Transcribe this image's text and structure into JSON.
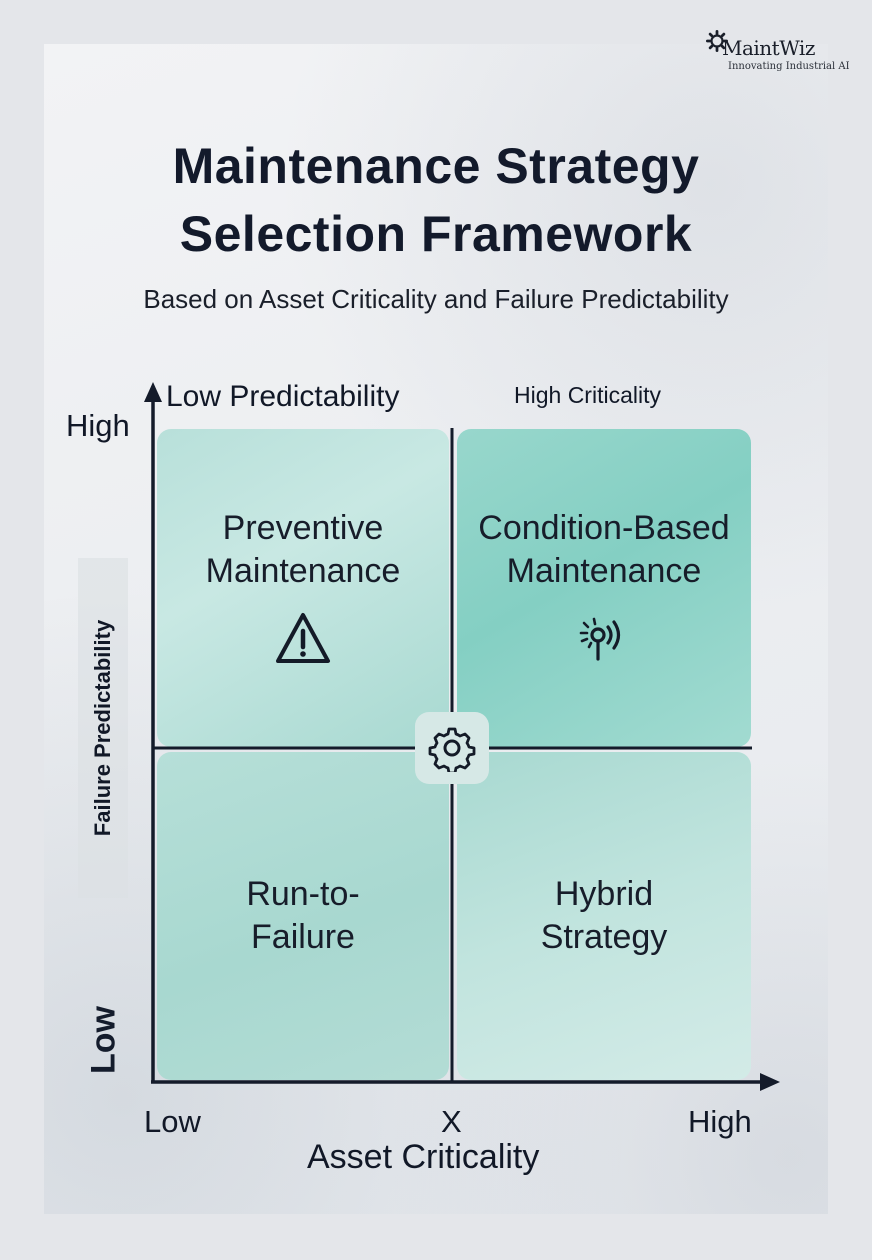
{
  "brand": {
    "name": "MaintWiz",
    "tagline": "Innovating Industrial AI"
  },
  "title_line1": "Maintenance Strategy",
  "title_line2": "Selection Framework",
  "subtitle": "Based on Asset Criticality and Failure Predictability",
  "top_labels": {
    "left": "Low Predictability",
    "right": "High Criticality"
  },
  "y_axis": {
    "title": "Failure Predictability",
    "high": "High",
    "low": "Low"
  },
  "x_axis": {
    "title": "Asset Criticality",
    "low": "Low",
    "mid": "X",
    "high": "High"
  },
  "quadrants": {
    "top_left": {
      "line1": "Preventive",
      "line2": "Maintenance",
      "icon": "warning-triangle-icon"
    },
    "top_right": {
      "line1": "Condition-Based",
      "line2": "Maintenance",
      "icon": "sensor-signal-icon"
    },
    "bottom_left": {
      "line1": "Run-to-",
      "line2": "Failure"
    },
    "bottom_right": {
      "line1": "Hybrid",
      "line2": "Strategy"
    }
  },
  "center_icon": "gear-icon",
  "colors": {
    "ink": "#131a2b",
    "teal_light": "#b8e0da",
    "teal_dark": "#84cfc3",
    "background": "#eceef1"
  }
}
